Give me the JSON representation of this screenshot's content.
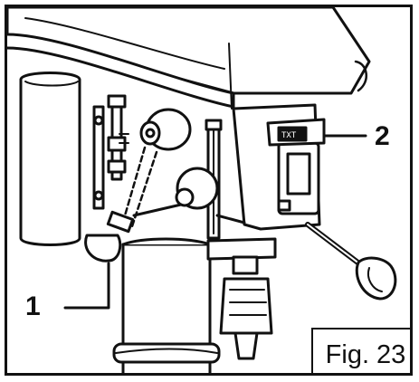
{
  "callouts": [
    {
      "label": "1"
    },
    {
      "label": "2"
    }
  ],
  "figure_label": "Fig. 23",
  "colors": {
    "ink": "#111111",
    "paper": "#ffffff"
  }
}
